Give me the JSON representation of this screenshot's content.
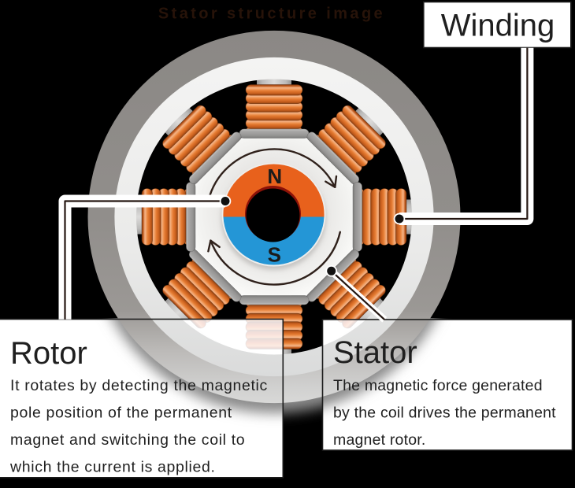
{
  "title": "Stator structure image",
  "magnet": {
    "north_label": "N",
    "south_label": "S"
  },
  "callouts": {
    "winding": {
      "label": "Winding"
    },
    "rotor": {
      "label": "Rotor",
      "lines": [
        "It rotates by detecting the magnetic",
        "pole position of the permanent",
        "magnet and switching the coil to",
        "which the current is applied."
      ]
    },
    "stator": {
      "label": "Stator",
      "lines": [
        "The magnetic force generated",
        "by the coil drives the permanent",
        "magnet rotor."
      ]
    }
  },
  "colors": {
    "background": "#000000",
    "magnet_north": "#e8611c",
    "magnet_south": "#2496d6",
    "coil_copper": "#e57c33",
    "ring_gray": "#969390",
    "callout_box": "#ffffff",
    "title_text": "#271309"
  }
}
